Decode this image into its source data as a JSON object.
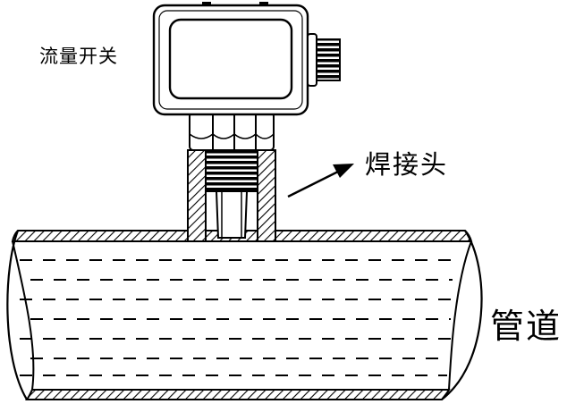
{
  "labels": {
    "flow_switch": "流量开关",
    "weld_joint": "焊接头",
    "pipe": "管道"
  },
  "colors": {
    "line": "#000000",
    "background": "#ffffff"
  }
}
